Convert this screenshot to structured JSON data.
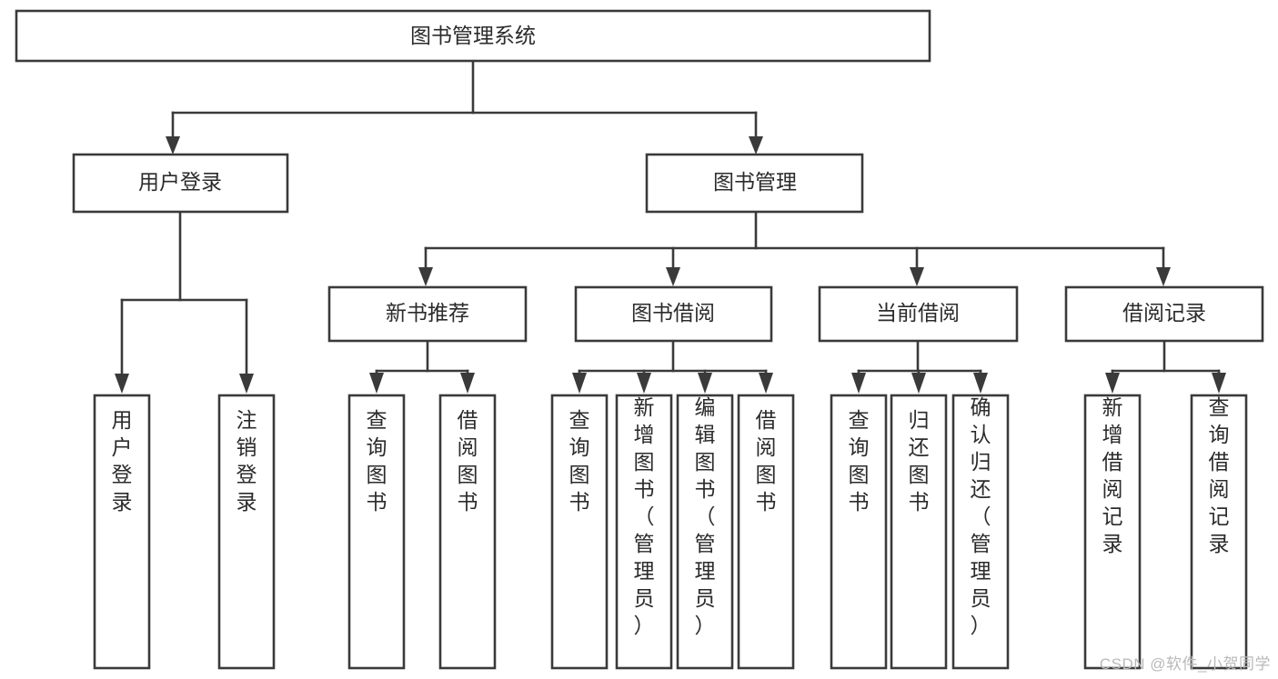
{
  "diagram": {
    "title": "图书管理系统",
    "type": "tree-hierarchy-diagram",
    "orientation": "top-down",
    "colors": {
      "box_fill": "#ffffff",
      "box_stroke": "#3a3a3a",
      "text": "#2b2b2b",
      "background": "#ffffff",
      "watermark": "#b9b9b9"
    },
    "root": {
      "label": "图书管理系统"
    },
    "level2": [
      {
        "label": "用户登录"
      },
      {
        "label": "图书管理"
      }
    ],
    "level3": [
      {
        "label": "新书推荐"
      },
      {
        "label": "图书借阅"
      },
      {
        "label": "当前借阅"
      },
      {
        "label": "借阅记录"
      }
    ],
    "leaves_user_login": [
      {
        "label": "用户登录"
      },
      {
        "label": "注销登录"
      }
    ],
    "leaves_new_book": [
      {
        "label": "查询图书"
      },
      {
        "label": "借阅图书"
      }
    ],
    "leaves_book_borrow": [
      {
        "label": "查询图书"
      },
      {
        "label": "新增图书（管理员）"
      },
      {
        "label": "编辑图书（管理员）"
      },
      {
        "label": "借阅图书"
      }
    ],
    "leaves_current_borrow": [
      {
        "label": "查询图书"
      },
      {
        "label": "归还图书"
      },
      {
        "label": "确认归还（管理员）"
      }
    ],
    "leaves_borrow_record": [
      {
        "label": "新增借阅记录"
      },
      {
        "label": "查询借阅记录"
      }
    ]
  },
  "watermark": {
    "text": "CSDN @软件_小贺同学"
  }
}
